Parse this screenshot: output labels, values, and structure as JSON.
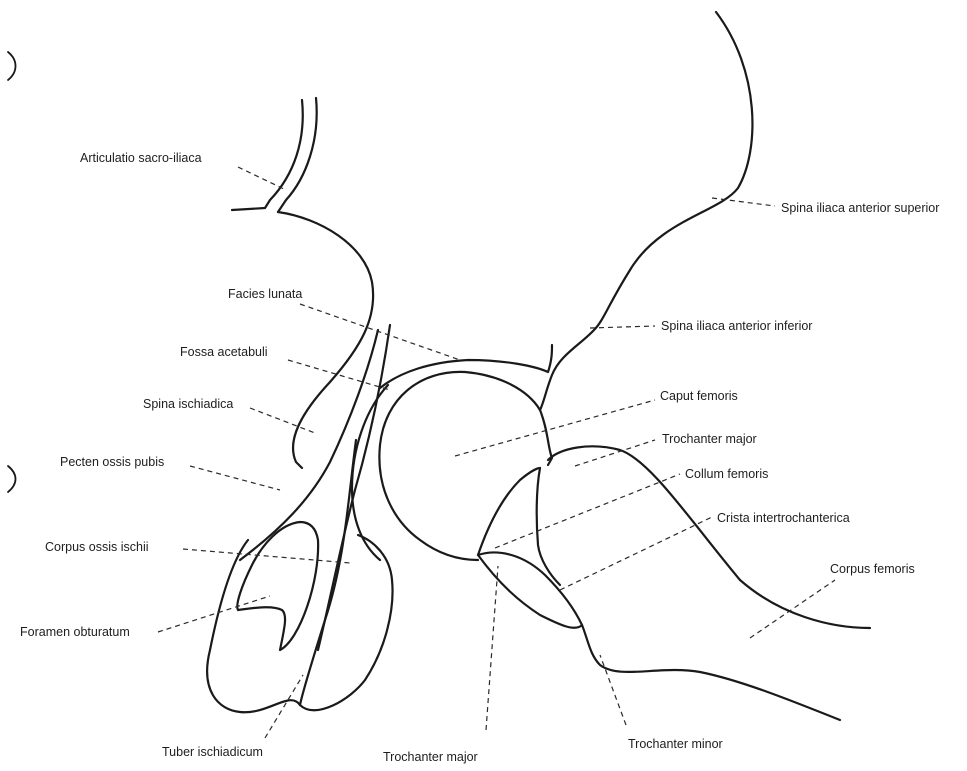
{
  "labels": {
    "articulatio_sacro_iliaca": "Articulatio sacro-iliaca",
    "spina_iliaca_anterior_superior": "Spina iliaca anterior superior",
    "facies_lunata": "Facies lunata",
    "spina_iliaca_anterior_inferior": "Spina iliaca anterior inferior",
    "fossa_acetabuli": "Fossa acetabuli",
    "caput_femoris": "Caput femoris",
    "spina_ischiadica": "Spina ischiadica",
    "trochanter_major_upper": "Trochanter major",
    "pecten_ossis_pubis": "Pecten ossis pubis",
    "collum_femoris": "Collum femoris",
    "crista_intertrochanterica": "Crista intertrochanterica",
    "corpus_ossis_ischii": "Corpus ossis ischii",
    "corpus_femoris": "Corpus femoris",
    "foramen_obturatum": "Foramen obturatum",
    "tuber_ischiadicum": "Tuber ischiadicum",
    "trochanter_major_lower": "Trochanter major",
    "trochanter_minor": "Trochanter minor"
  }
}
